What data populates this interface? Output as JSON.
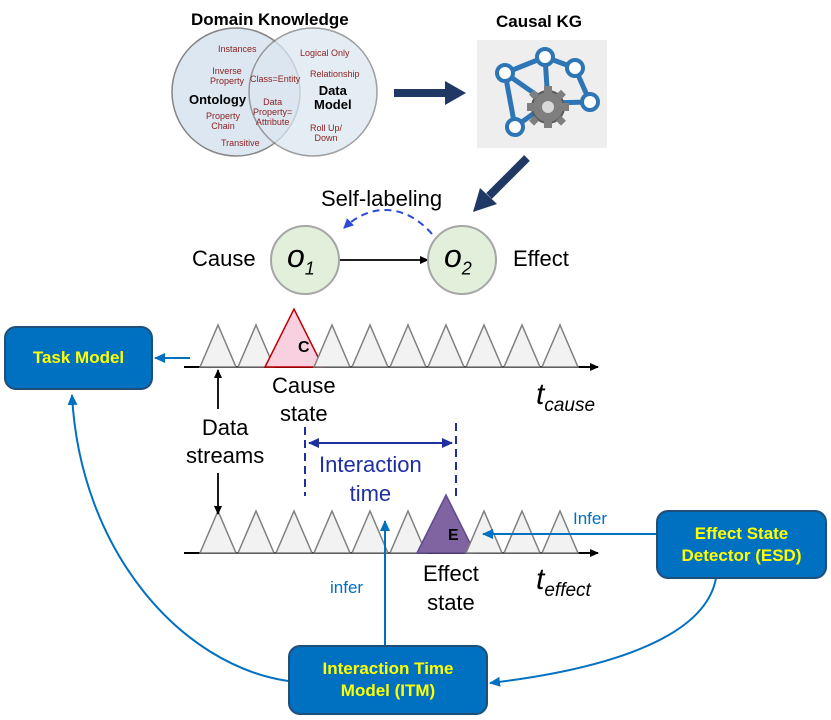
{
  "top": {
    "domain_title": "Domain Knowledge",
    "kg_title": "Causal KG"
  },
  "venn": {
    "instances": "Instances",
    "inverse_property": "Inverse\nProperty",
    "ontology": "Ontology",
    "property_chain": "Property\nChain",
    "transitive": "Transitive",
    "logical_only": "Logical Only",
    "relationship": "Relationship",
    "data_model": "Data\nModel",
    "roll_up": "Roll Up/\nDown",
    "class_entity": "Class=Entity",
    "data_property": "Data\nProperty=\nAttribute"
  },
  "causal": {
    "self_labeling": "Self-labeling",
    "cause": "Cause",
    "effect": "Effect",
    "o1": "o",
    "o1_sub": "1",
    "o2": "o",
    "o2_sub": "2"
  },
  "timeline": {
    "c_label": "C",
    "e_label": "E",
    "cause_state": "Cause\nstate",
    "effect_state": "Effect\nstate",
    "t_cause_main": "t",
    "t_cause_sub": "cause",
    "t_effect_main": "t",
    "t_effect_sub": "effect",
    "data_streams": "Data\nstreams",
    "interaction_time": "Interaction\ntime",
    "infer_upper": "Infer",
    "infer_lower": "infer"
  },
  "boxes": {
    "task_model": "Task Model",
    "esd": "Effect State\nDetector (ESD)",
    "itm": "Interaction Time\nModel (ITM)"
  },
  "colors": {
    "box_fill": "#0070c0",
    "box_text": "#ffff00",
    "arrow_dark": "#1f3864",
    "blue_line": "#0070c0",
    "interaction": "#1f2fa0",
    "cause_fill": "#f9d0df",
    "effect_fill": "#8064a2",
    "node_fill": "#e2efda"
  }
}
